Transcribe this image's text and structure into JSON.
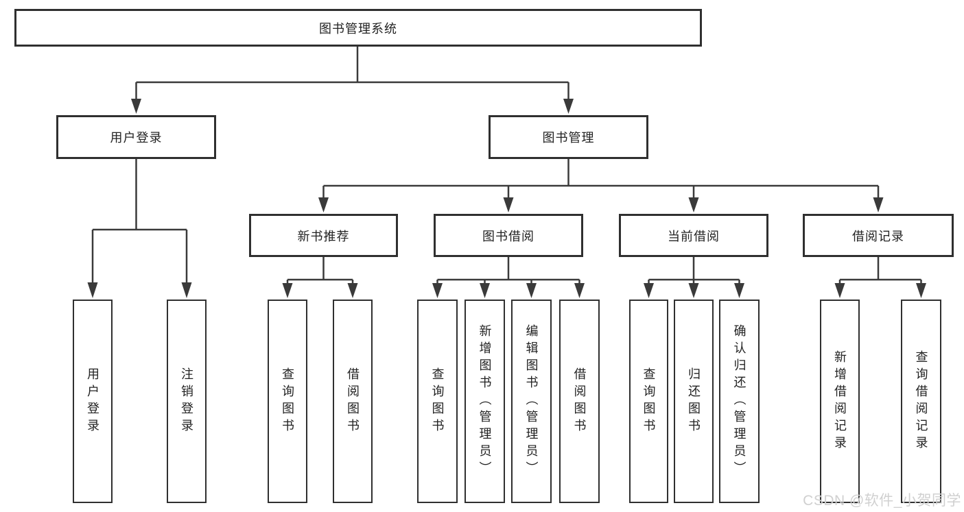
{
  "diagram": {
    "root": {
      "label": "图书管理系统"
    },
    "level2": [
      {
        "label": "用户登录"
      },
      {
        "label": "图书管理"
      }
    ],
    "level3": [
      {
        "label": "新书推荐"
      },
      {
        "label": "图书借阅"
      },
      {
        "label": "当前借阅"
      },
      {
        "label": "借阅记录"
      }
    ],
    "leaves": {
      "login": [
        {
          "label": "用户登录"
        },
        {
          "label": "注销登录"
        }
      ],
      "recommend": [
        {
          "label": "查询图书"
        },
        {
          "label": "借阅图书"
        }
      ],
      "borrow": [
        {
          "label": "查询图书"
        },
        {
          "label": "新增图书（管理员）"
        },
        {
          "label": "编辑图书（管理员）"
        },
        {
          "label": "借阅图书"
        }
      ],
      "current": [
        {
          "label": "查询图书"
        },
        {
          "label": "归还图书"
        },
        {
          "label": "确认归还（管理员）"
        }
      ],
      "records": [
        {
          "label": "新增借阅记录"
        },
        {
          "label": "查询借阅记录"
        }
      ]
    },
    "colors": {
      "line": "#3a3a3a",
      "border": "#2f2f2f",
      "text": "#222222",
      "background": "#ffffff",
      "watermark": "#d0d0d0"
    }
  },
  "watermark": {
    "text": "CSDN @软件_小贺同学"
  }
}
